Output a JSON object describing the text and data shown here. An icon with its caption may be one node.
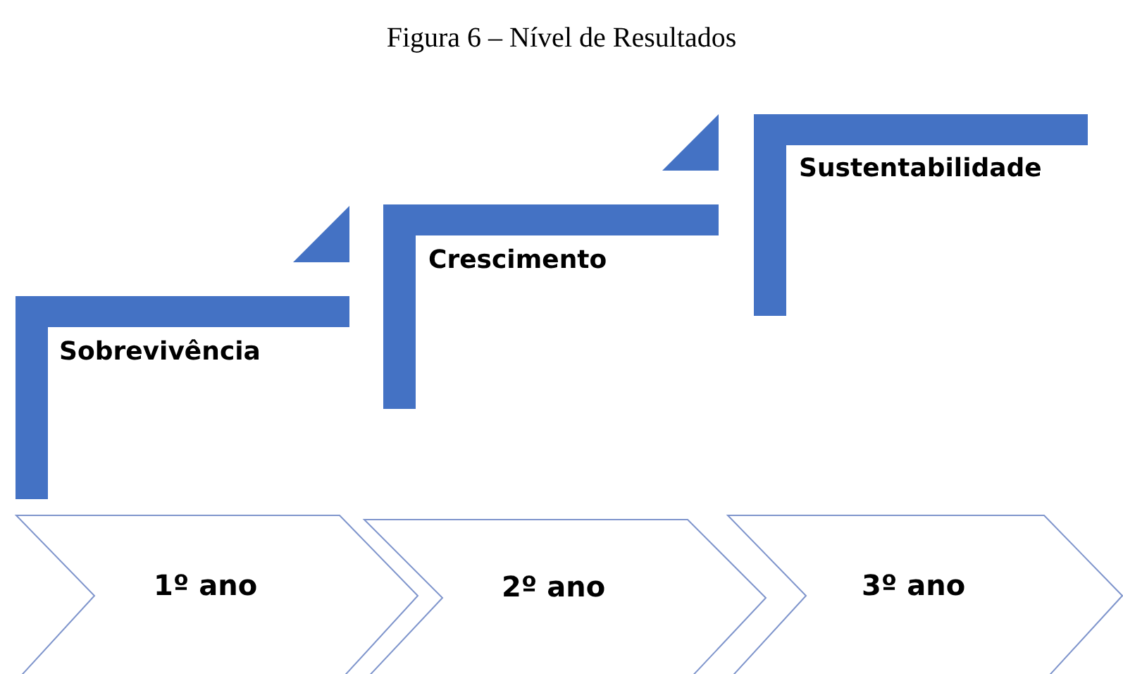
{
  "diagram": {
    "title": "Figura 6 – Nível de Resultados",
    "nodes": [
      {
        "text": [
          "Sobrevivência"
        ]
      },
      {
        "text": [
          "Crescimento"
        ]
      },
      {
        "text": [
          "Sustentabilidade"
        ]
      },
      {
        "text": [
          "1º ano"
        ]
      },
      {
        "text": [
          "2º ano"
        ]
      },
      {
        "text": [
          "3º ano"
        ]
      }
    ]
  }
}
